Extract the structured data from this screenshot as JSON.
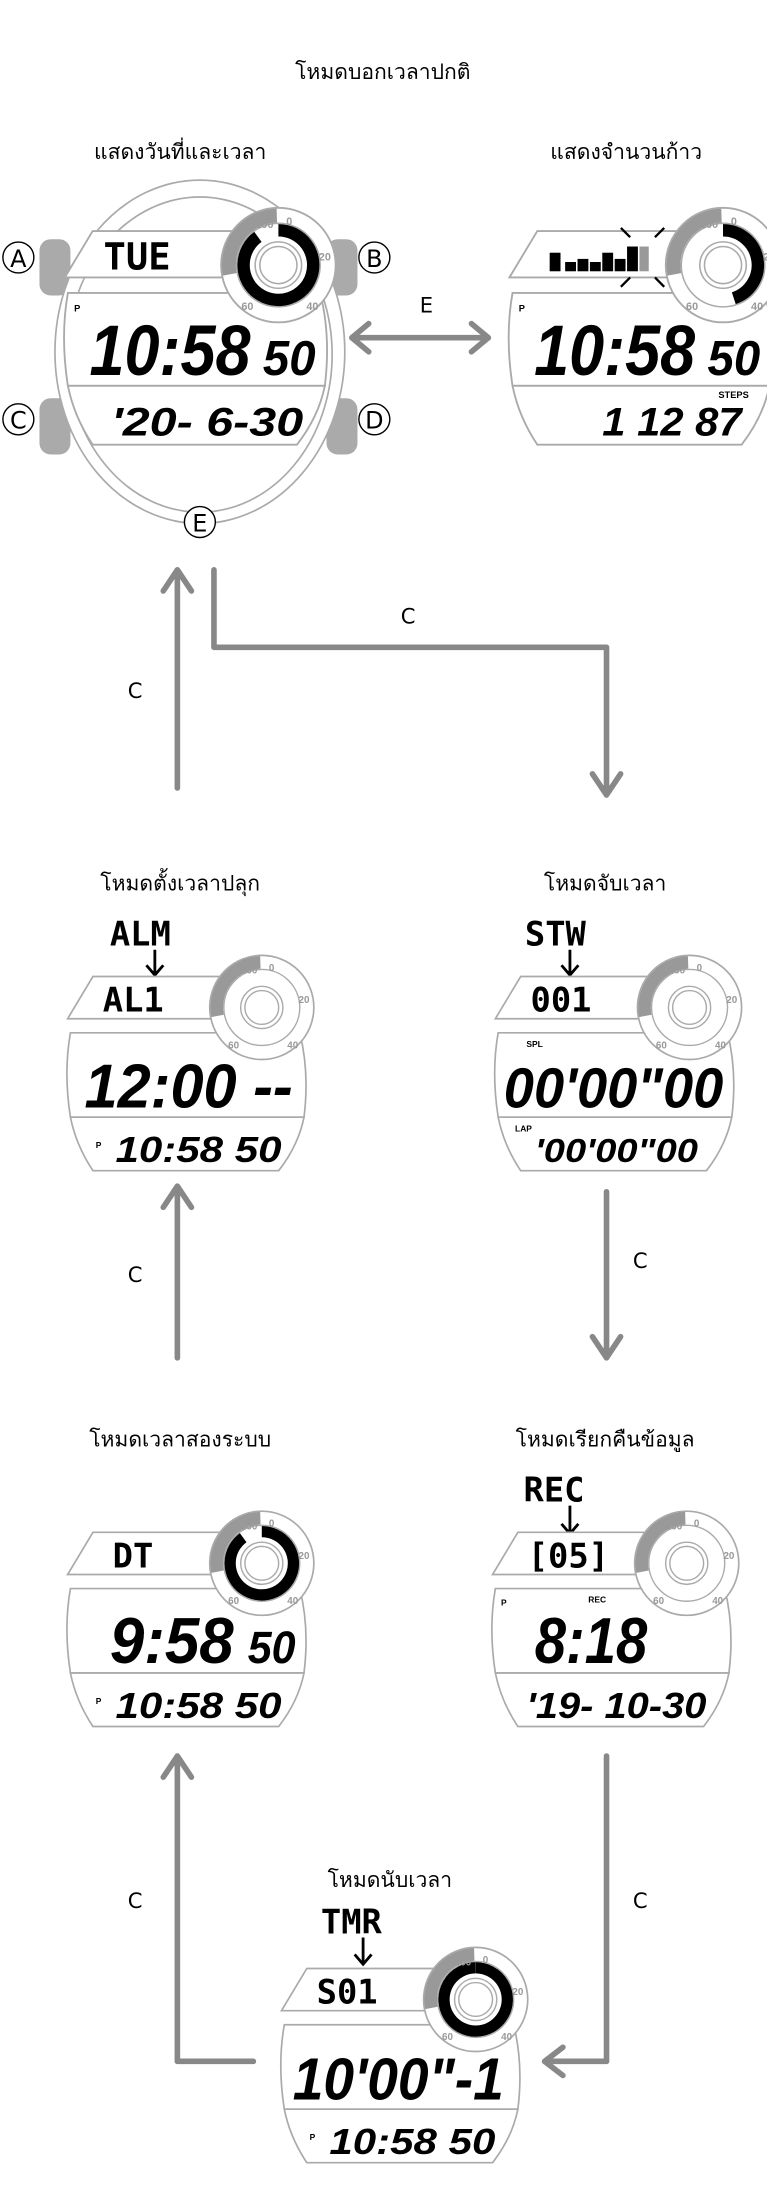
{
  "title": "โหมดบอกเวลาปกติ",
  "colors": {
    "frame": "#aaaaaa",
    "arrow": "#888888",
    "lcd": "#000000",
    "dim": "#999999"
  },
  "timekeeping": {
    "date_time_label": "แสดงวันที่และเวลา",
    "steps_label": "แสดงจำนวนก้าว",
    "switch_button": "E",
    "buttons": [
      "A",
      "B",
      "C",
      "D",
      "E"
    ],
    "date_time_display": {
      "top": "TUE",
      "flag": "P",
      "main": "10:58",
      "sec": "50",
      "bottom": "'20-  6-30"
    },
    "steps_display": {
      "flag": "P",
      "main": "10:58",
      "sec": "50",
      "label": "STEPS",
      "bottom": "1 12 87"
    }
  },
  "ring_scale": [
    "100",
    "0",
    "20",
    "40",
    "60",
    "80"
  ],
  "transitions": {
    "button": "C"
  },
  "alarm_mode": {
    "title": "โหมดตั้งเวลาปลุก",
    "code": "ALM",
    "top": "AL1",
    "main": "12:00 --",
    "flag": "P",
    "bottom": "10:58 50"
  },
  "stopwatch_mode": {
    "title": "โหมดจับเวลา",
    "code": "STW",
    "top": "001",
    "split_label": "SPL",
    "main": "00'00\"00",
    "lap_label": "LAP",
    "bottom": "'00'00\"00"
  },
  "dual_time_mode": {
    "title": "โหมดเวลาสองระบบ",
    "top": "DT",
    "main": "9:58",
    "sec": "50",
    "flag": "P",
    "bottom": "10:58 50"
  },
  "recall_mode": {
    "title": "โหมดเรียกคืนข้อมูล",
    "code": "REC",
    "top": "[05]",
    "rec_label": "REC",
    "flag": "P",
    "main": "8:18",
    "bottom": "'19- 10-30"
  },
  "timer_mode": {
    "title": "โหมดนับเวลา",
    "code": "TMR",
    "top": "S01",
    "main": "10'00\"-1",
    "flag": "P",
    "bottom": "10:58 50"
  }
}
